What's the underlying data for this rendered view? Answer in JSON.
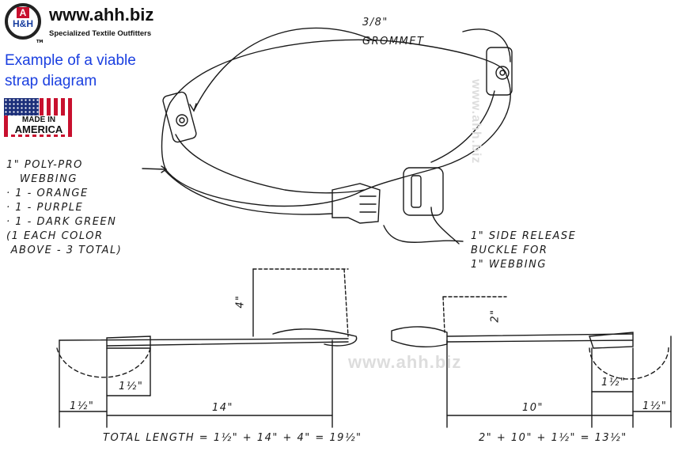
{
  "header": {
    "logo_letters": "A H&H",
    "site": "www.ahh.biz",
    "tagline": "Specialized Textile Outfitters",
    "tm": "TM"
  },
  "title": {
    "line1": "Example of a viable",
    "line2": "strap diagram"
  },
  "badge": {
    "line1": "MADE IN",
    "line2": "AMERICA"
  },
  "labels": {
    "grommet_size": "3/8\"",
    "grommet": "GROMMET",
    "webbing": [
      "1\" POLY-PRO",
      "   WEBBING",
      "· 1 - ORANGE",
      "· 1 - PURPLE",
      "· 1 - DARK GREEN",
      "(1 EACH COLOR",
      " ABOVE - 3 TOTAL)"
    ],
    "buckle": [
      "1\" SIDE RELEASE",
      "BUCKLE FOR",
      "1\" WEBBING"
    ]
  },
  "left_strap": {
    "dim_fold": "4\"",
    "dim_overlap": "1½\"",
    "dim_end": "1½\"",
    "dim_length": "14\"",
    "total": "TOTAL LENGTH = 1½\" + 14\" + 4\" = 19½\""
  },
  "right_strap": {
    "dim_fold": "2\"",
    "dim_overlap": "1½\"",
    "dim_end": "1½\"",
    "dim_length": "10\"",
    "total": "2\" + 10\" + 1½\" = 13½\""
  },
  "watermark": {
    "text": "www.ahh.biz",
    "vertical": "www.ahh.biz"
  }
}
